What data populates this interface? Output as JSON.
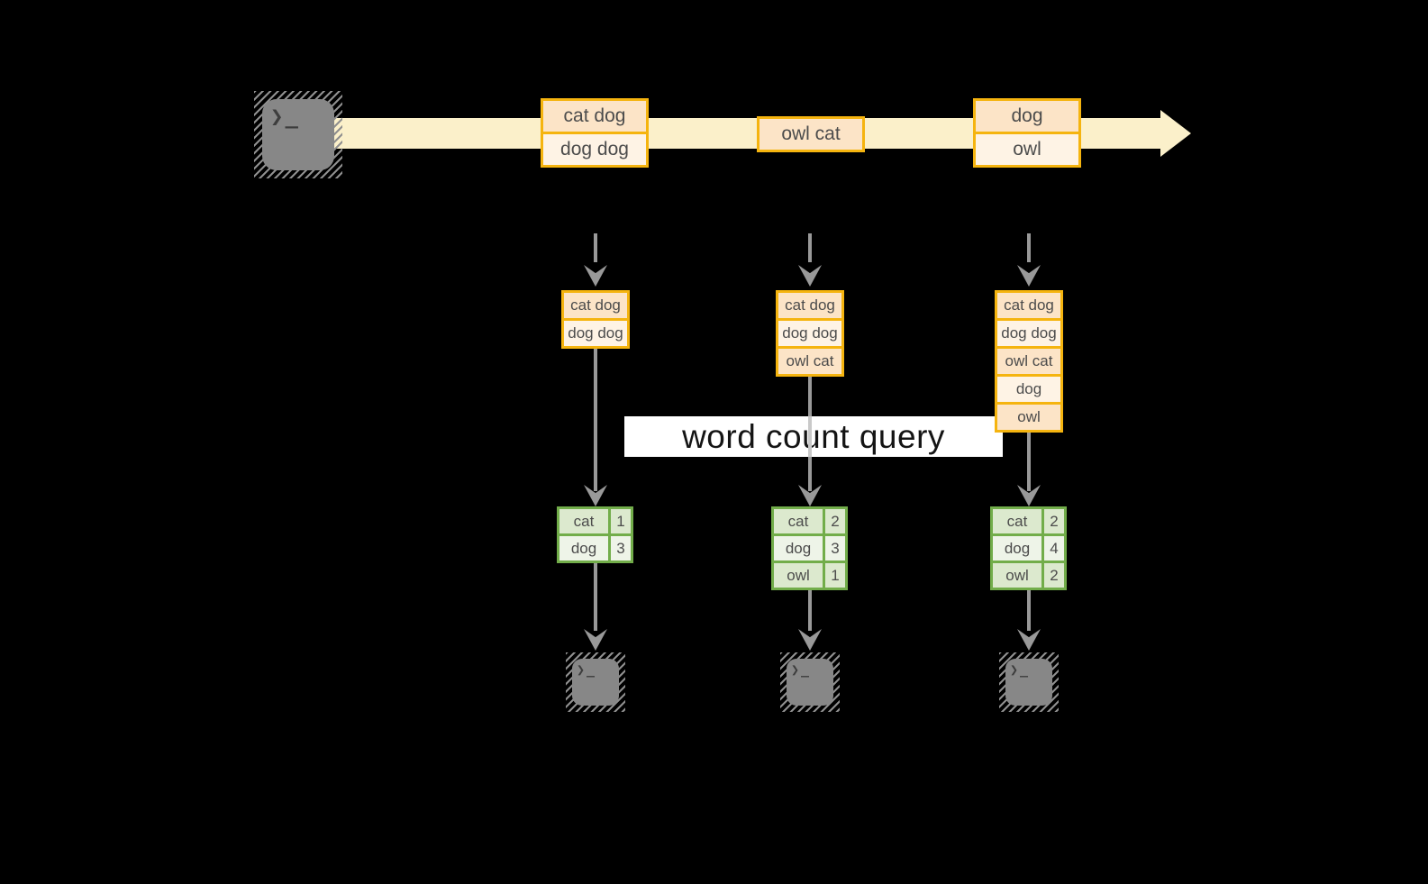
{
  "query_label": "word count query",
  "source": {
    "icon": "terminal-source",
    "glyph": "❯_"
  },
  "stream": {
    "batches": [
      {
        "records": [
          "cat dog",
          "dog dog"
        ]
      },
      {
        "records": [
          "owl cat"
        ]
      },
      {
        "records": [
          "dog",
          "owl"
        ]
      }
    ]
  },
  "columns": [
    {
      "buffer": [
        "cat dog",
        "dog dog"
      ],
      "counts": [
        {
          "word": "cat",
          "count": "1"
        },
        {
          "word": "dog",
          "count": "3"
        }
      ]
    },
    {
      "buffer": [
        "cat dog",
        "dog dog",
        "owl cat"
      ],
      "counts": [
        {
          "word": "cat",
          "count": "2"
        },
        {
          "word": "dog",
          "count": "3"
        },
        {
          "word": "owl",
          "count": "1"
        }
      ]
    },
    {
      "buffer": [
        "cat dog",
        "dog dog",
        "owl cat",
        "dog",
        "owl"
      ],
      "counts": [
        {
          "word": "cat",
          "count": "2"
        },
        {
          "word": "dog",
          "count": "4"
        },
        {
          "word": "owl",
          "count": "2"
        }
      ]
    }
  ],
  "sinks": [
    {
      "glyph": "❯_"
    },
    {
      "glyph": "❯_"
    },
    {
      "glyph": "❯_"
    }
  ],
  "colors": {
    "background": "#000000",
    "stream_band": "#FBF0CA",
    "record_border": "#F5B40F",
    "record_fill_dark": "#FCE4C7",
    "record_fill_light": "#FEF3E5",
    "table_border": "#72AD4A",
    "table_fill_dark": "#DCE9CE",
    "table_fill_light": "#EEF4E8",
    "arrow_gray": "#999999",
    "label_bg": "#FFFFFF",
    "label_text": "#141414",
    "terminal_gray": "#878787"
  }
}
